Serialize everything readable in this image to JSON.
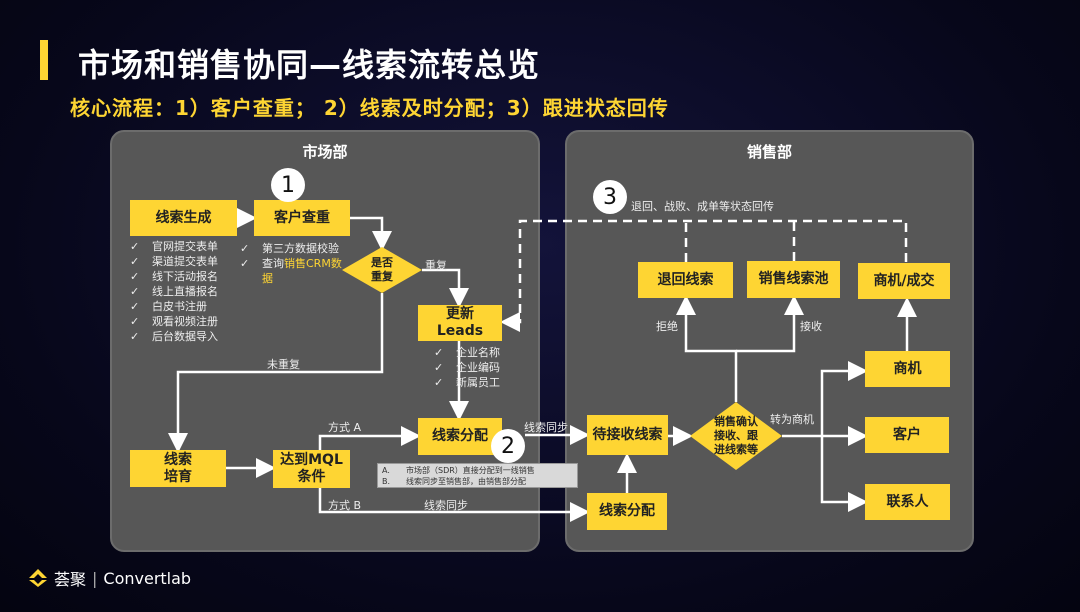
{
  "header": {
    "title": "市场和销售协同—线索流转总览",
    "subtitle": "核心流程：1）客户查重； 2）线索及时分配；3）跟进状态回传"
  },
  "marketing": {
    "title": "市场部",
    "lead_gen": "线索生成",
    "lead_sources": [
      "官网提交表单",
      "渠道提交表单",
      "线下活动报名",
      "线上直播报名",
      "白皮书注册",
      "观看视频注册",
      "后台数据导入"
    ],
    "dedup": "客户查重",
    "step1": "1",
    "dedup_checks": [
      "第三方数据校验"
    ],
    "dedup_query_prefix": "查询",
    "dedup_query_highlight": "销售CRM数据",
    "decision": "是否重复",
    "dup_label": "重复",
    "not_dup_label": "未重复",
    "update": "更新Leads",
    "update_fields": [
      "企业名称",
      "企业编码",
      "新属员工"
    ],
    "assign": "线索分配",
    "step2": "2",
    "nurture": "线索培育",
    "mql": "达到MQL条件",
    "method_a": "方式 A",
    "method_b": "方式 B",
    "sync_a": "线索同步",
    "sync_b": "线索同步",
    "notes": [
      {
        "k": "A.",
        "t": "市场部（SDR）直接分配到一线销售"
      },
      {
        "k": "B.",
        "t": "线索同步至销售部，由销售部分配"
      }
    ]
  },
  "sales": {
    "title": "销售部",
    "step3": "3",
    "feedback": "退回、战败、成单等状态回传",
    "pending": "待接收线索",
    "assign": "线索分配",
    "decision": "销售确认接收、跟进线索等",
    "reject_label": "拒绝",
    "accept_label": "接收",
    "convert_label": "转为商机",
    "returned": "退回线索",
    "pool": "销售线索池",
    "deal": "商机/成交",
    "opportunity": "商机",
    "customer": "客户",
    "contact": "联系人"
  },
  "logo": {
    "cn": "荟聚",
    "en": "Convertlab"
  },
  "colors": {
    "accent": "#fed533",
    "panel": "#575757"
  }
}
